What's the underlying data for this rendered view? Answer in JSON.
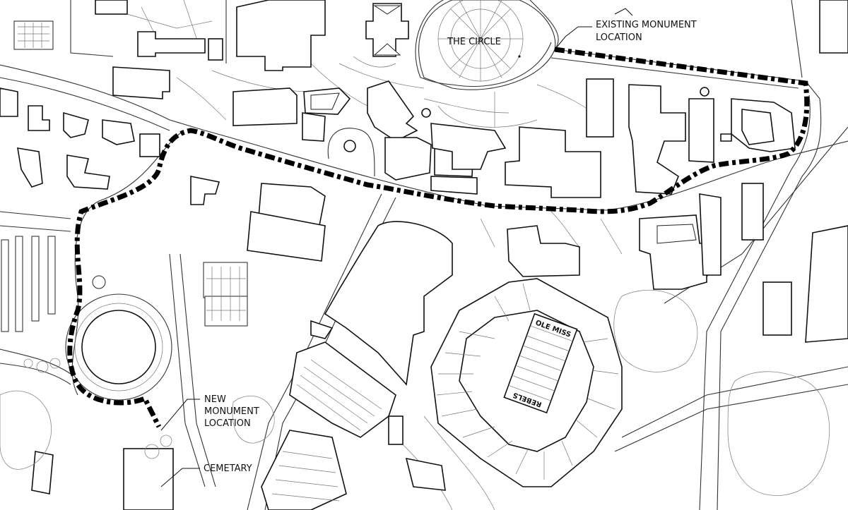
{
  "labels": {
    "the_circle": "THE CIRCLE",
    "existing_monument": [
      "EXISTING MONUMENT",
      "LOCATION"
    ],
    "new_monument": [
      "NEW",
      "MONUMENT",
      "LOCATION"
    ],
    "cemetary": "CEMETARY",
    "field_top": "OLE MISS",
    "field_bottom": "REBELS"
  },
  "colors": {
    "background": "#ffffff",
    "ink": "#111111",
    "route": "#000000"
  }
}
